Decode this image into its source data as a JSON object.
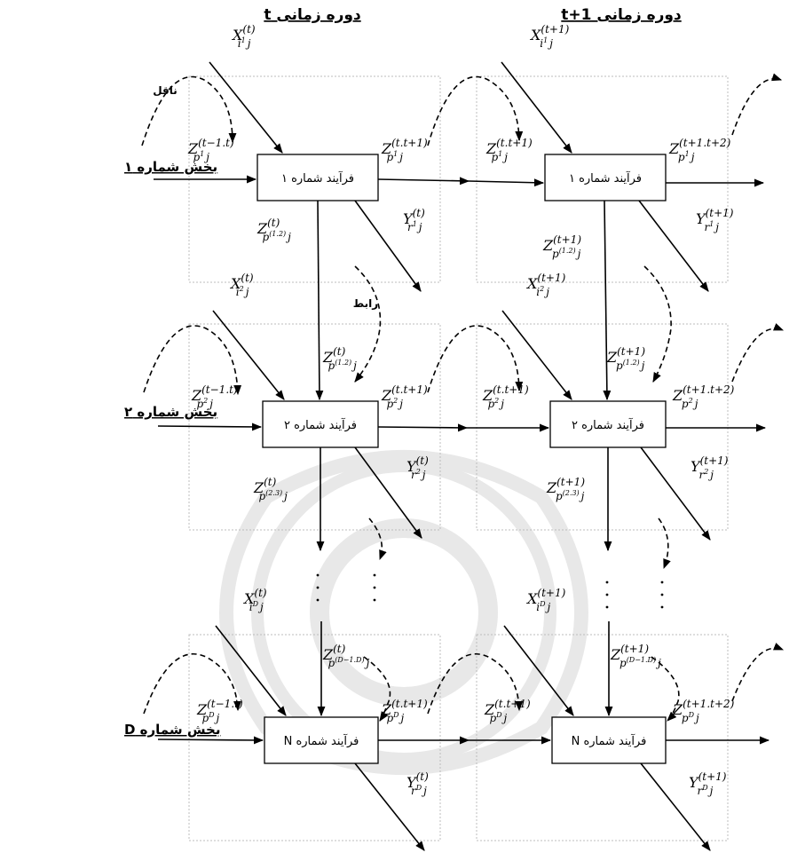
{
  "headers": {
    "period_t": "دوره زمانی t",
    "period_t1": "دوره زمانی t+1"
  },
  "rows": [
    {
      "label": "بخش شماره ۱",
      "process": "فرآیند شماره ۱"
    },
    {
      "label": "بخش شماره ۲",
      "process": "فرآیند شماره ۲"
    },
    {
      "label": "بخش شماره D",
      "process": "فرآیند شماره N"
    }
  ],
  "link_labels": {
    "carrier": "ناقل",
    "link": "رابط"
  },
  "variables": {
    "x1_t": {
      "base": "X",
      "sup": "(t)",
      "sub": "i",
      "subsup": "1",
      "subtail": "j"
    },
    "x1_t1": {
      "base": "X",
      "sup": "(t+1)",
      "sub": "i",
      "subsup": "1",
      "subtail": "j"
    },
    "x2_t": {
      "base": "X",
      "sup": "(t)",
      "sub": "i",
      "subsup": "2",
      "subtail": "j"
    },
    "x2_t1": {
      "base": "X",
      "sup": "(t+1)",
      "sub": "i",
      "subsup": "2",
      "subtail": "j"
    },
    "xD_t": {
      "base": "X",
      "sup": "(t)",
      "sub": "i",
      "subsup": "D",
      "subtail": "j"
    },
    "xD_t1": {
      "base": "X",
      "sup": "(t+1)",
      "sub": "i",
      "subsup": "D",
      "subtail": "j"
    },
    "y1_t": {
      "base": "Y",
      "sup": "(t)",
      "sub": "r",
      "subsup": "1",
      "subtail": "j"
    },
    "y1_t1": {
      "base": "Y",
      "sup": "(t+1)",
      "sub": "r",
      "subsup": "1",
      "subtail": "j"
    },
    "y2_t": {
      "base": "Y",
      "sup": "(t)",
      "sub": "r",
      "subsup": "2",
      "subtail": "j"
    },
    "y2_t1": {
      "base": "Y",
      "sup": "(t+1)",
      "sub": "r",
      "subsup": "2",
      "subtail": "j"
    },
    "yD_t": {
      "base": "Y",
      "sup": "(t)",
      "sub": "r",
      "subsup": "D",
      "subtail": "j"
    },
    "yD_t1": {
      "base": "Y",
      "sup": "(t+1)",
      "sub": "r",
      "subsup": "D",
      "subtail": "j"
    },
    "z1_in_t": {
      "base": "Z",
      "sup": "(t−1.t)",
      "sub": "p",
      "subsup": "1",
      "subtail": "j"
    },
    "z1_out_t": {
      "base": "Z",
      "sup": "(t.t+1)",
      "sub": "p",
      "subsup": "1",
      "subtail": "j"
    },
    "z1_in_t1": {
      "base": "Z",
      "sup": "(t.t+1)",
      "sub": "p",
      "subsup": "1",
      "subtail": "j"
    },
    "z1_out_t1": {
      "base": "Z",
      "sup": "(t+1.t+2)",
      "sub": "p",
      "subsup": "1",
      "subtail": "j"
    },
    "z2_in_t": {
      "base": "Z",
      "sup": "(t−1.t)",
      "sub": "p",
      "subsup": "2",
      "subtail": "j"
    },
    "z2_out_t": {
      "base": "Z",
      "sup": "(t.t+1)",
      "sub": "p",
      "subsup": "2",
      "subtail": "j"
    },
    "z2_in_t1": {
      "base": "Z",
      "sup": "(t.t+1)",
      "sub": "p",
      "subsup": "2",
      "subtail": "j"
    },
    "z2_out_t1": {
      "base": "Z",
      "sup": "(t+1.t+2)",
      "sub": "p",
      "subsup": "2",
      "subtail": "j"
    },
    "zD_in_t": {
      "base": "Z",
      "sup": "(t−1.t)",
      "sub": "p",
      "subsup": "D",
      "subtail": "j"
    },
    "zD_out_t": {
      "base": "Z",
      "sup": "(t.t+1)",
      "sub": "p",
      "subsup": "D",
      "subtail": "j"
    },
    "zD_in_t1": {
      "base": "Z",
      "sup": "(t.t+1)",
      "sub": "p",
      "subsup": "D",
      "subtail": "j"
    },
    "zD_out_t1": {
      "base": "Z",
      "sup": "(t+1.t+2)",
      "sub": "p",
      "subsup": "D",
      "subtail": "j"
    },
    "z12_below_t": {
      "base": "Z",
      "sup": "(t)",
      "sub": "p",
      "subsup": "(1.2)",
      "subtail": "j"
    },
    "z12_above_t": {
      "base": "Z",
      "sup": "(t)",
      "sub": "p",
      "subsup": "(1.2)",
      "subtail": "j"
    },
    "z12_below_t1": {
      "base": "Z",
      "sup": "(t+1)",
      "sub": "p",
      "subsup": "(1.2)",
      "subtail": "j"
    },
    "z12_above_t1": {
      "base": "Z",
      "sup": "(t+1)",
      "sub": "p",
      "subsup": "(1.2)",
      "subtail": "j"
    },
    "z23_t": {
      "base": "Z",
      "sup": "(t)",
      "sub": "p",
      "subsup": "(2.3)",
      "subtail": "j"
    },
    "z23_t1": {
      "base": "Z",
      "sup": "(t+1)",
      "sub": "p",
      "subsup": "(2.3)",
      "subtail": "j"
    },
    "zD1D_t": {
      "base": "Z",
      "sup": "(t)",
      "sub": "p",
      "subsup": "(D−1.D)",
      "subtail": "j"
    },
    "zD1D_t1": {
      "base": "Z",
      "sup": "(t+1)",
      "sub": "p",
      "subsup": "(D−1.D)",
      "subtail": "j"
    }
  },
  "colors": {
    "ink": "#000000",
    "frame": "#bdbdbd",
    "watermark": "#e6e6e6"
  }
}
